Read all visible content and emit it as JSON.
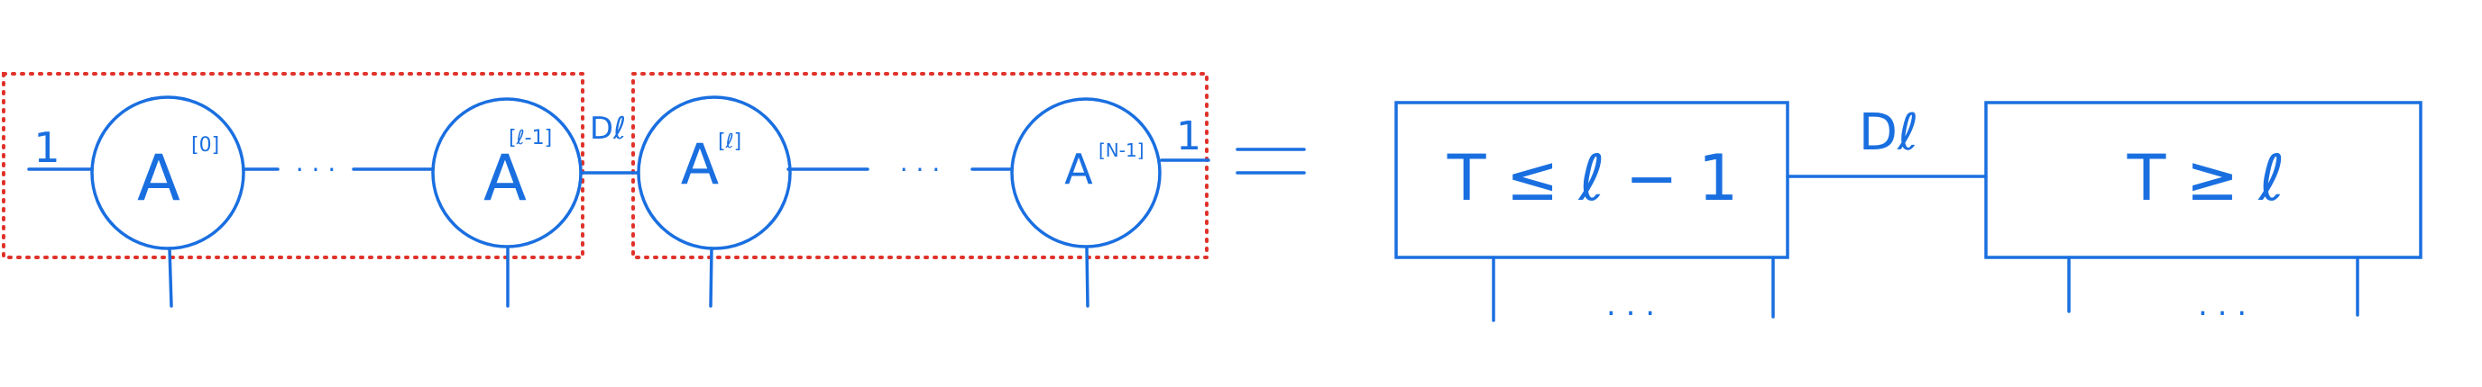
{
  "colors": {
    "ink": "#1a6fe0",
    "group_border": "#e0322a"
  },
  "left_chain": {
    "boundary_left_label": "1",
    "boundary_right_label": "1",
    "bond_label_between_groups": "Dℓ",
    "ellipsis": ". . .",
    "tensor_base": "A",
    "nodes": [
      {
        "sup": "[0]"
      },
      {
        "sup": "[ℓ-1]"
      },
      {
        "sup": "[ℓ]"
      },
      {
        "sup": "[N-1]"
      }
    ]
  },
  "equals": "=",
  "right_side": {
    "bond_label": "Dℓ",
    "block_left_label": "T ≤ ℓ − 1",
    "block_right_label": "T ≥ ℓ",
    "legs_ellipsis_left": ". . .",
    "legs_ellipsis_right": ". . ."
  }
}
